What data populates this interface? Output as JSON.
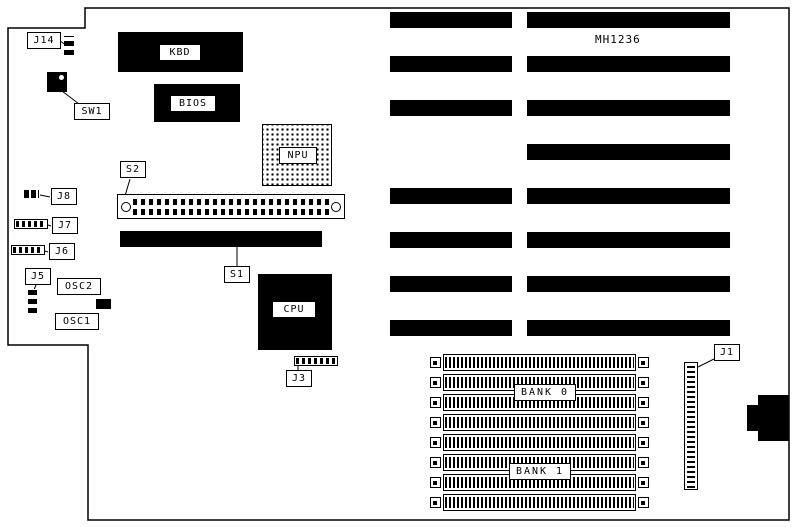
{
  "board": {
    "part_number": "MH1236"
  },
  "labels": {
    "j14": "J14",
    "sw1": "SW1",
    "kbd": "KBD",
    "bios": "BIOS",
    "npu": "NPU",
    "s2": "S2",
    "s1": "S1",
    "cpu": "CPU",
    "j3": "J3",
    "j8": "J8",
    "j7": "J7",
    "j6": "J6",
    "j5": "J5",
    "osc2": "OSC2",
    "osc1": "OSC1",
    "j1": "J1",
    "bank0": "BANK 0",
    "bank1": "BANK 1"
  }
}
